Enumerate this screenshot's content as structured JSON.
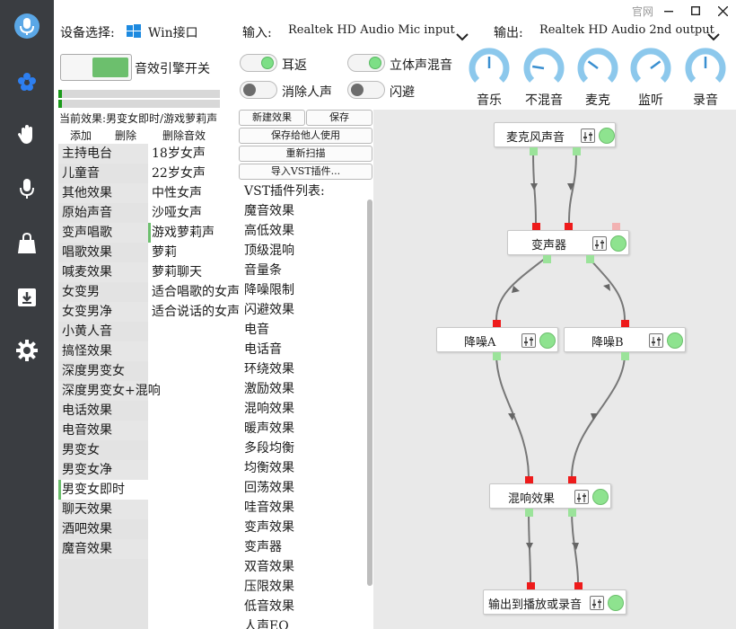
{
  "window": {
    "link_label": "官网"
  },
  "header": {
    "device_label": "设备选择:",
    "device_value": "Win接口",
    "input_label": "输入:",
    "input_value": "Realtek HD Audio Mic input",
    "output_label": "输出:",
    "output_value": "Realtek HD Audio 2nd output"
  },
  "engine": {
    "label": "音效引擎开关",
    "on": true
  },
  "toggles": [
    {
      "label": "耳返",
      "on": true
    },
    {
      "label": "立体声混音",
      "on": true
    },
    {
      "label": "消除人声",
      "on": false
    },
    {
      "label": "闪避",
      "on": false
    }
  ],
  "dials": [
    {
      "label": "音乐",
      "level": 0.5
    },
    {
      "label": "不混音",
      "level": 0.2
    },
    {
      "label": "麦克",
      "level": 0.3
    },
    {
      "label": "监听",
      "level": 0.7
    },
    {
      "label": "录音",
      "level": 0.5
    }
  ],
  "current_effect": "当前效果:男变女即时/游戏萝莉声",
  "actions": {
    "add": "添加",
    "delete": "删除",
    "delete_effect": "删除音效"
  },
  "buttons": {
    "new_effect": "新建效果",
    "save": "保存",
    "save_share": "保存给他人使用",
    "rescan": "重新扫描",
    "import_vst": "导入VST插件..."
  },
  "categories": [
    "主持电台",
    "儿童音",
    "其他效果",
    "原始声音",
    "变声唱歌",
    "唱歌效果",
    "喊麦效果",
    "女变男",
    "女变男净",
    "小黄人音",
    "搞怪效果",
    "深度男变女",
    "深度男变女+混响",
    "电话效果",
    "电音效果",
    "男变女",
    "男变女净",
    "男变女即时",
    "聊天效果",
    "酒吧效果",
    "魔音效果"
  ],
  "category_selected": "男变女即时",
  "presets": [
    "18岁女声",
    "22岁女声",
    "中性女声",
    "沙哑女声",
    "游戏萝莉声",
    "萝莉",
    "萝莉聊天",
    "适合唱歌的女声",
    "适合说话的女声"
  ],
  "preset_selected": "游戏萝莉声",
  "vst": {
    "title": "VST插件列表:",
    "items": [
      "魔音效果",
      "高低效果",
      "顶级混响",
      "音量条",
      "降噪限制",
      "闪避效果",
      "电音",
      "电话音",
      "环绕效果",
      "激励效果",
      "混响效果",
      "暖声效果",
      "多段均衡",
      "均衡效果",
      "回荡效果",
      "哇音效果",
      "变声效果",
      "变声器",
      "双音效果",
      "压限效果",
      "低音效果",
      "人声EQ"
    ]
  },
  "graph": {
    "nodes": [
      {
        "id": "mic",
        "label": "麦克风声音"
      },
      {
        "id": "changer",
        "label": "变声器"
      },
      {
        "id": "nr_a",
        "label": "降噪A"
      },
      {
        "id": "nr_b",
        "label": "降噪B"
      },
      {
        "id": "reverb",
        "label": "混响效果"
      },
      {
        "id": "out",
        "label": "输出到播放或录音"
      }
    ]
  },
  "colors": {
    "sidebar": "#3a3d41",
    "accent_green": "#6cbf6d",
    "port_red": "#ee1b1b",
    "port_green": "#9be39a"
  }
}
